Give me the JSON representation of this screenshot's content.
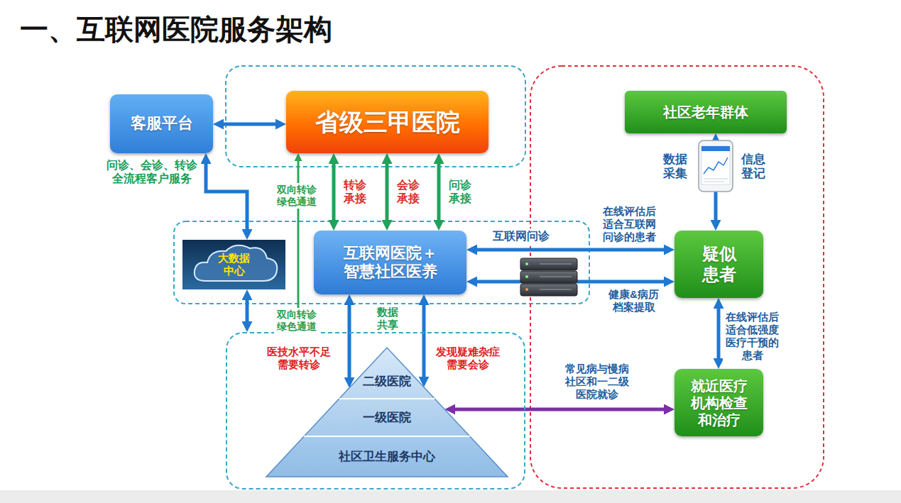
{
  "diagram": {
    "title": "一、互联网医院服务架构",
    "nodes": [
      {
        "text": [
          "客服平台"
        ]
      },
      {
        "text": [
          "省级三甲医院"
        ]
      },
      {
        "text": [
          "大数据 中心"
        ]
      },
      {
        "text": [
          "互联网医院＋ 智慧社区医养"
        ]
      },
      {
        "text": [
          "二级医院",
          "一级医院",
          "社区卫生服务中心"
        ]
      },
      {
        "text": [
          "社区老年群体"
        ]
      },
      {
        "text": [
          "疑似 患者"
        ]
      },
      {
        "text": [
          "就近医疗 机构检查 和治疗"
        ]
      }
    ],
    "edges": [
      {
        "from": 0,
        "to": 1,
        "arrow": "both"
      },
      {
        "from": 0,
        "to": 2,
        "arrow": "both"
      },
      {
        "from": 2,
        "to": 4,
        "arrow": "both"
      },
      {
        "from": 1,
        "to": 3,
        "label": "转诊 承接",
        "arrow": "both"
      },
      {
        "from": 1,
        "to": 3,
        "label": "会诊 承接",
        "arrow": "both"
      },
      {
        "from": 1,
        "to": 3,
        "label": "问诊 承接",
        "arrow": "both"
      },
      {
        "from": 1,
        "to": 4,
        "label": "双向转诊 绿色通道",
        "arrow": "both"
      },
      {
        "from": 3,
        "to": 4,
        "label": "医技水平不足 需要转诊",
        "arrow": "both"
      },
      {
        "from": 3,
        "to": 4,
        "label": "发现疑难杂症 需要会诊",
        "arrow": "both"
      },
      {
        "from": 3,
        "to": 6,
        "label": "互联网问诊",
        "arrow": "both"
      },
      {
        "from": 3,
        "to": 6,
        "label": "健康&病历 档案提取",
        "arrow": "both"
      },
      {
        "from": 5,
        "to": 6,
        "arrow": "both"
      },
      {
        "from": 6,
        "to": 7,
        "arrow": "both"
      },
      {
        "from": 4,
        "to": 7,
        "label": "常见病与慢病 社区和一二级 医院就诊",
        "arrow": "both"
      }
    ],
    "labels": [
      "问诊、会诊、转诊 全流程客户服务",
      "数据 采集",
      "信息 登记",
      "在线评估后 适合互联网 问诊的患者",
      "双向转诊 绿色通道",
      "数据 共享",
      "在线评估后 适合低强度 医疗干预的 患者"
    ]
  }
}
